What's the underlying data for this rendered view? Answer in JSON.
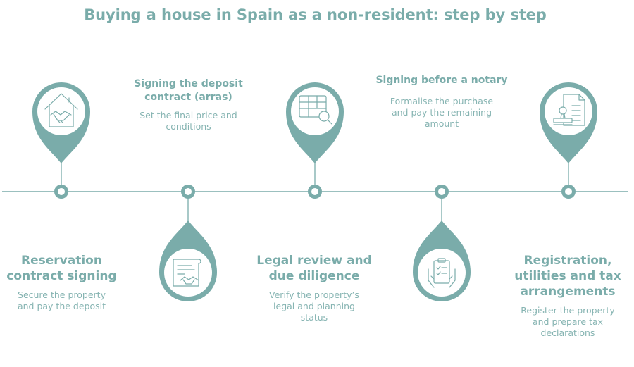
{
  "title": "Buying a house in Spain as a non-resident: step by step",
  "colors": {
    "accent": "#7aacaa",
    "pin": "#7aacaa",
    "text_light": "#86b4b2"
  },
  "steps": [
    {
      "heading": "Reservation contract signing",
      "description": "Secure the property and pay the deposit",
      "icon": "house-handshake-icon"
    },
    {
      "heading": "Signing the deposit contract (arras)",
      "description": "Set the final price and conditions",
      "icon": "contract-handshake-icon"
    },
    {
      "heading": "Legal review and due diligence",
      "description": "Verify the property’s legal and planning status",
      "icon": "document-search-icon"
    },
    {
      "heading": "Signing before a notary",
      "description": "Formalise the purchase and pay the remaining amount",
      "icon": "clipboard-hands-icon"
    },
    {
      "heading": "Registration, utilities and tax arrangements",
      "description": "Register the property and prepare tax declarations",
      "icon": "stamp-document-icon"
    }
  ]
}
